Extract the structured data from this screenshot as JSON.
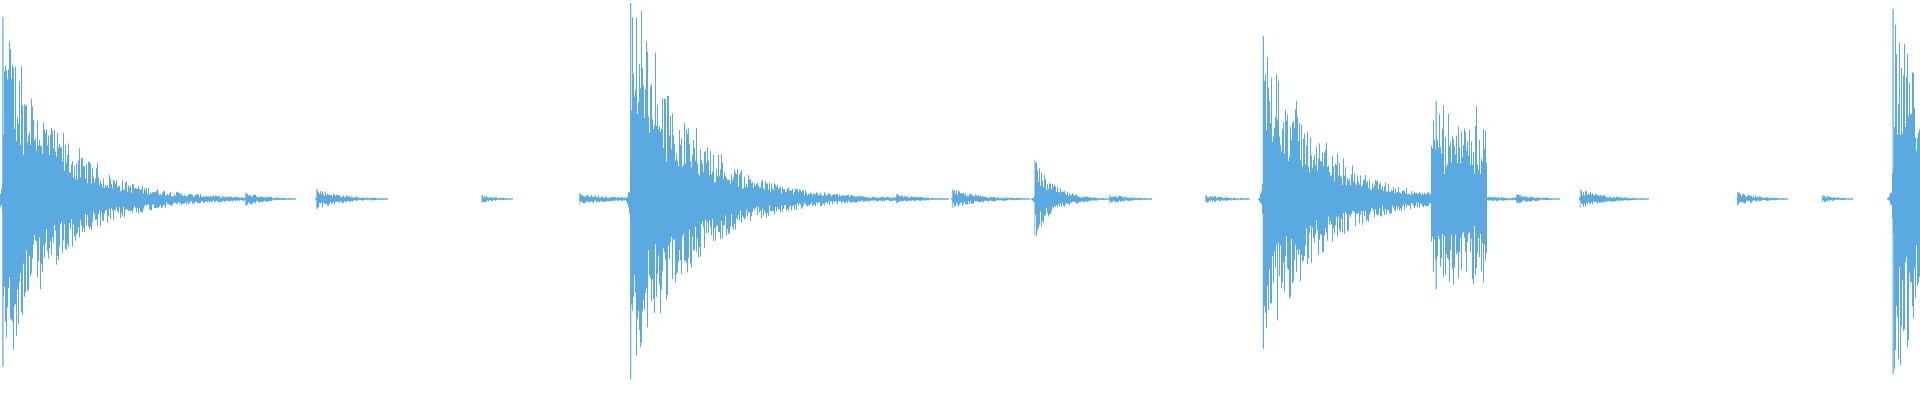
{
  "waveform": {
    "color": "#5aa9e1",
    "background": "#ffffff",
    "amplitude_scale": 1.0,
    "events": [
      {
        "t": 0.0015,
        "peak": 0.93,
        "decay": 0.028,
        "kind": "hit"
      },
      {
        "t": 0.128,
        "peak": 0.035,
        "decay": 0.012,
        "kind": "soft"
      },
      {
        "t": 0.165,
        "peak": 0.055,
        "decay": 0.014,
        "kind": "soft"
      },
      {
        "t": 0.251,
        "peak": 0.02,
        "decay": 0.01,
        "kind": "soft"
      },
      {
        "t": 0.302,
        "peak": 0.03,
        "decay": 0.02,
        "kind": "soft"
      },
      {
        "t": 0.3285,
        "peak": 1.0,
        "decay": 0.03,
        "kind": "hit"
      },
      {
        "t": 0.382,
        "peak": 0.025,
        "decay": 0.015,
        "kind": "soft"
      },
      {
        "t": 0.415,
        "peak": 0.03,
        "decay": 0.012,
        "kind": "soft"
      },
      {
        "t": 0.467,
        "peak": 0.025,
        "decay": 0.014,
        "kind": "soft"
      },
      {
        "t": 0.496,
        "peak": 0.05,
        "decay": 0.016,
        "kind": "soft"
      },
      {
        "t": 0.539,
        "peak": 0.2,
        "decay": 0.01,
        "kind": "click"
      },
      {
        "t": 0.578,
        "peak": 0.025,
        "decay": 0.012,
        "kind": "soft"
      },
      {
        "t": 0.628,
        "peak": 0.02,
        "decay": 0.014,
        "kind": "soft"
      },
      {
        "t": 0.658,
        "peak": 0.83,
        "decay": 0.028,
        "kind": "hit"
      },
      {
        "t": 0.748,
        "peak": 0.5,
        "decay": 0.012,
        "kind": "burst"
      },
      {
        "t": 0.79,
        "peak": 0.025,
        "decay": 0.012,
        "kind": "soft"
      },
      {
        "t": 0.823,
        "peak": 0.05,
        "decay": 0.014,
        "kind": "soft"
      },
      {
        "t": 0.905,
        "peak": 0.035,
        "decay": 0.012,
        "kind": "soft"
      },
      {
        "t": 0.949,
        "peak": 0.02,
        "decay": 0.01,
        "kind": "soft"
      },
      {
        "t": 0.986,
        "peak": 0.97,
        "decay": 0.03,
        "kind": "hit"
      }
    ]
  }
}
